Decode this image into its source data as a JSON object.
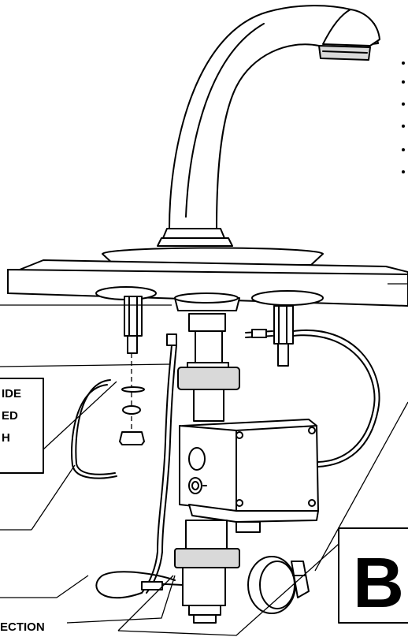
{
  "callouts": {
    "text_ide": "IDE",
    "text_ed": "ED",
    "text_h": "H",
    "text_ection": "ECTION",
    "section_letter": "B"
  },
  "colors": {
    "ink": "#000000",
    "paper": "#ffffff",
    "shade": "#d9d9d9"
  }
}
